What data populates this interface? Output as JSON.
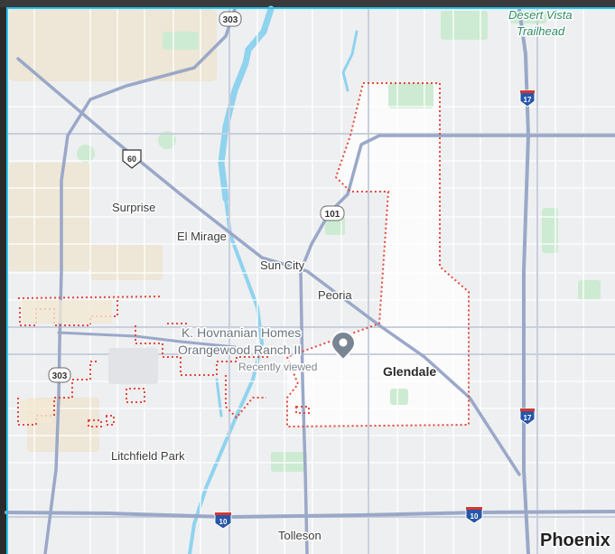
{
  "map": {
    "places": {
      "surprise": "Surprise",
      "el_mirage": "El Mirage",
      "sun_city": "Sun City",
      "peoria": "Peoria",
      "glendale": "Glendale",
      "litchfield_park": "Litchfield Park",
      "tolleson": "Tolleson",
      "phoenix": "Phoenix",
      "desert_vista_line1": "Desert Vista",
      "desert_vista_line2": "Trailhead"
    },
    "pin": {
      "line1": "K. Hovnanian Homes",
      "line2": "Orangewood Ranch II",
      "sub": "Recently viewed"
    },
    "shields": {
      "s303_top": "303",
      "s303_left": "303",
      "us60": "60",
      "s101": "101",
      "i17_top": "17",
      "i17_bottom": "17",
      "i10_left": "10",
      "i10_right": "10"
    },
    "colors": {
      "land": "#eeeff1",
      "boundary": "#e5483b",
      "highway": "#9aa8c8",
      "water": "#8fd3ee",
      "park": "#cdebd2",
      "frame": "#27c4f0"
    }
  }
}
